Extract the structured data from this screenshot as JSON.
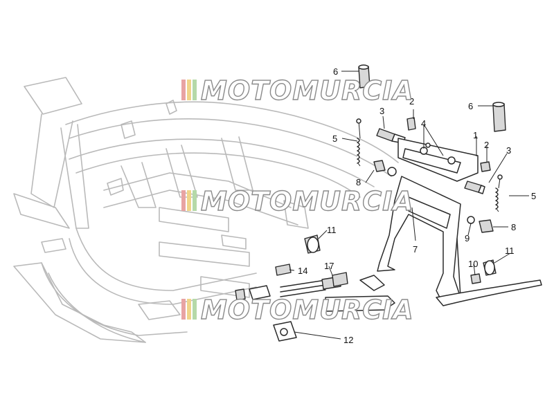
{
  "watermark": {
    "text": "MOTOMURCIA",
    "stripe_colors": [
      "#e8a3a3",
      "#f0d48a",
      "#b5d9a8"
    ]
  },
  "callouts": {
    "c1": "1",
    "c2a": "2",
    "c2b": "2",
    "c3a": "3",
    "c3b": "3",
    "c4": "4",
    "c5a": "5",
    "c5b": "5",
    "c6a": "6",
    "c6b": "6",
    "c7": "7",
    "c8a": "8",
    "c8b": "8",
    "c9": "9",
    "c10": "10",
    "c11a": "11",
    "c11b": "11",
    "c12": "12",
    "c14": "14",
    "c17": "17"
  },
  "colors": {
    "frame_outline": "#b9b9b9",
    "part_outline": "#2a2a2a",
    "callout_text": "#111111"
  }
}
